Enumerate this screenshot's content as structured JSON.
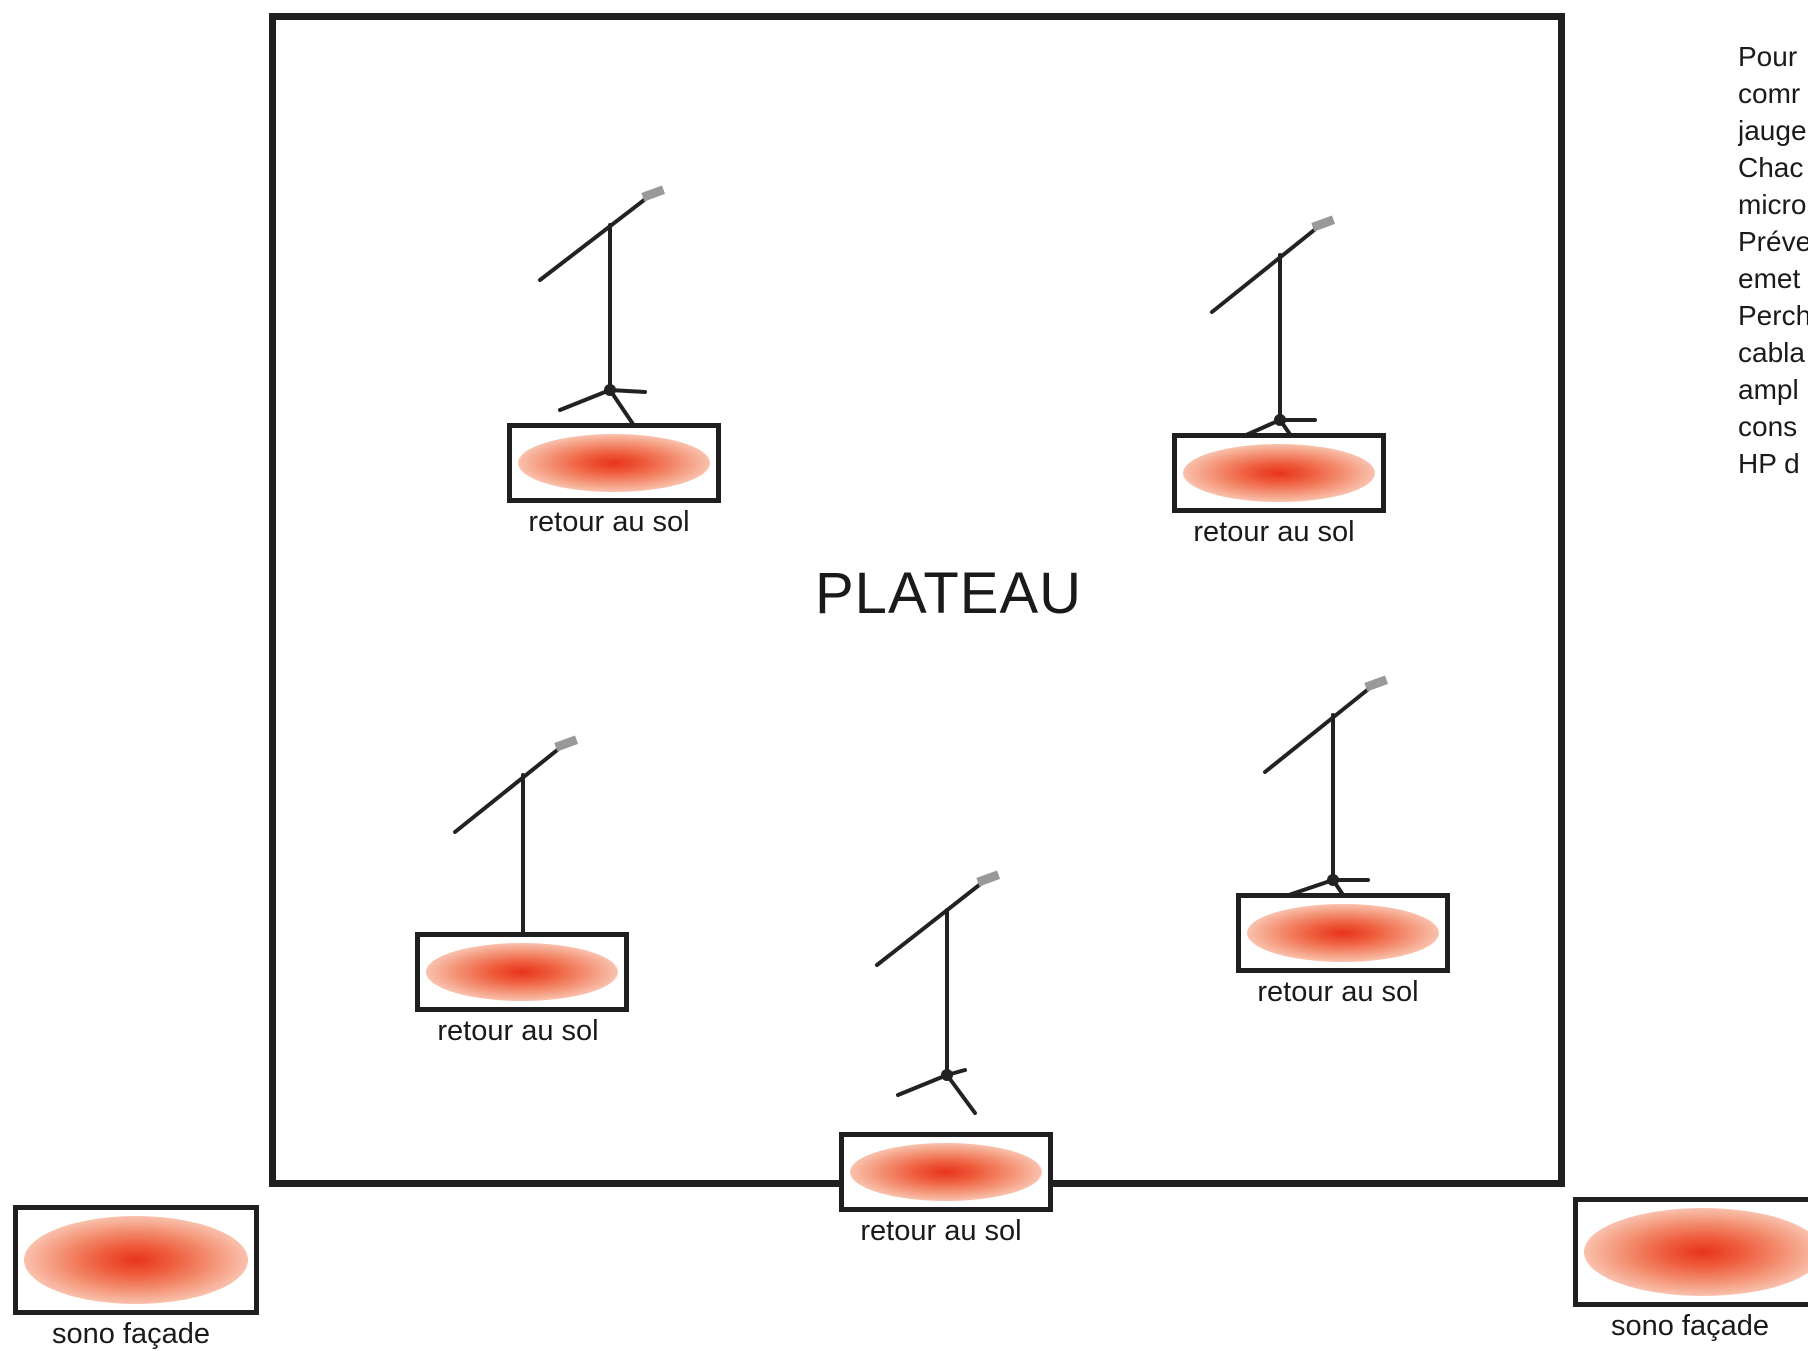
{
  "stage": {
    "title": "PLATEAU"
  },
  "monitors": [
    {
      "label": "retour au sol"
    },
    {
      "label": "retour au sol"
    },
    {
      "label": "retour au sol"
    },
    {
      "label": "retour au sol"
    },
    {
      "label": "retour au sol"
    }
  ],
  "front_speakers": [
    {
      "label": "sono façade"
    },
    {
      "label": "sono façade"
    }
  ],
  "microphones": [
    {
      "icon": "mic-stand-icon"
    },
    {
      "icon": "mic-stand-icon"
    },
    {
      "icon": "mic-stand-icon"
    },
    {
      "icon": "mic-stand-icon"
    },
    {
      "icon": "mic-stand-icon"
    }
  ],
  "notes": {
    "lines": [
      "Pour",
      "comr",
      "jauge",
      "Chac",
      "micro",
      "Préve",
      "emet",
      "Perch",
      "cabla",
      "ampl",
      "cons",
      "HP d"
    ]
  },
  "colors": {
    "speaker_glow": "#e8331c",
    "frame": "#1f1f1f"
  }
}
